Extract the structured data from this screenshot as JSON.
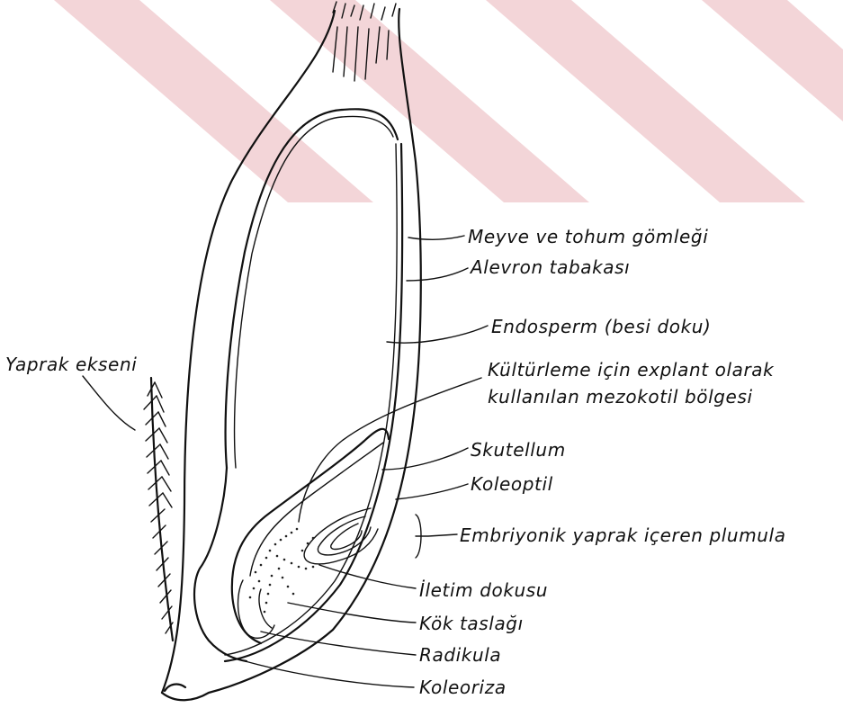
{
  "watermark_color": "#f3d5d8",
  "ink_color": "#111111",
  "labels": {
    "meyve": "Meyve ve tohum gömleği",
    "alevron": "Alevron tabakası",
    "endosperm": "Endosperm (besi doku)",
    "kulturleme_1": "Kültürleme için explant olarak",
    "kulturleme_2": "kullanılan mezokotil bölgesi",
    "yaprak_ekseni": "Yaprak ekseni",
    "skutellum": "Skutellum",
    "koleoptil": "Koleoptil",
    "embriyonik": "Embriyonik yaprak içeren plumula",
    "iletim": "İletim dokusu",
    "kok": "Kök taslağı",
    "radikula": "Radikula",
    "koleoriza": "Koleoriza"
  }
}
